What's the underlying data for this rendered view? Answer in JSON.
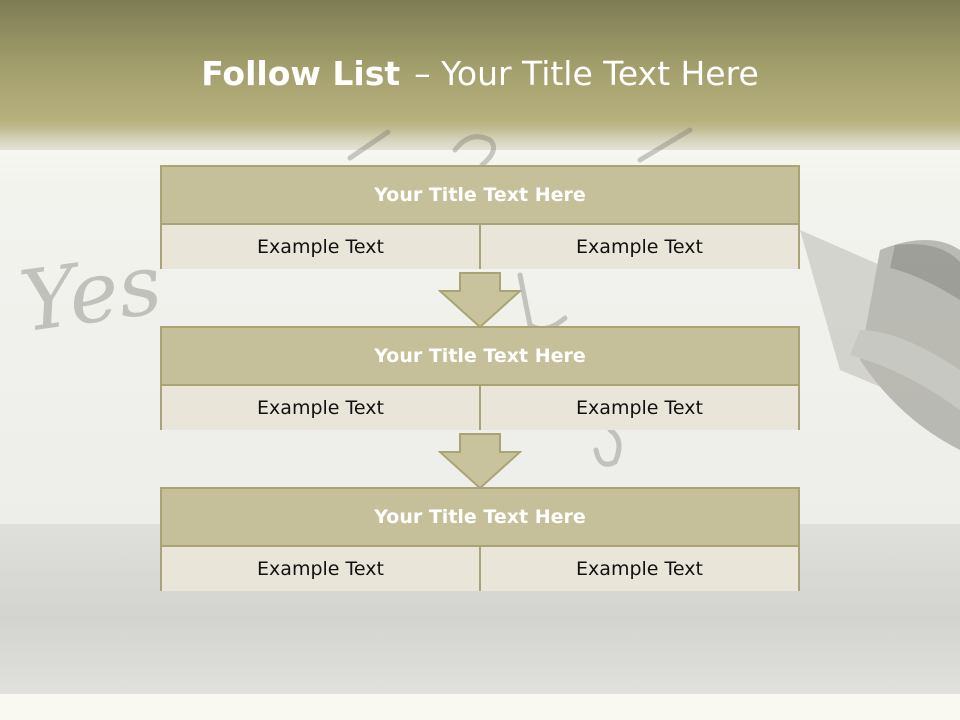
{
  "slide": {
    "title_bold": "Follow List",
    "title_rest": "– Your Title Text Here"
  },
  "steps": [
    {
      "heading": "Your Title Text Here",
      "left": "Example Text",
      "right": "Example Text"
    },
    {
      "heading": "Your Title Text Here",
      "left": "Example Text",
      "right": "Example Text"
    },
    {
      "heading": "Your Title Text Here",
      "left": "Example Text",
      "right": "Example Text"
    }
  ],
  "colors": {
    "header_band": "#a39f6c",
    "box_header": "#c6c09a",
    "box_row": "#e9e6d9",
    "box_border": "#aaa474",
    "arrow_fill": "#c9c39d"
  },
  "background": {
    "handwriting": "Yes"
  }
}
